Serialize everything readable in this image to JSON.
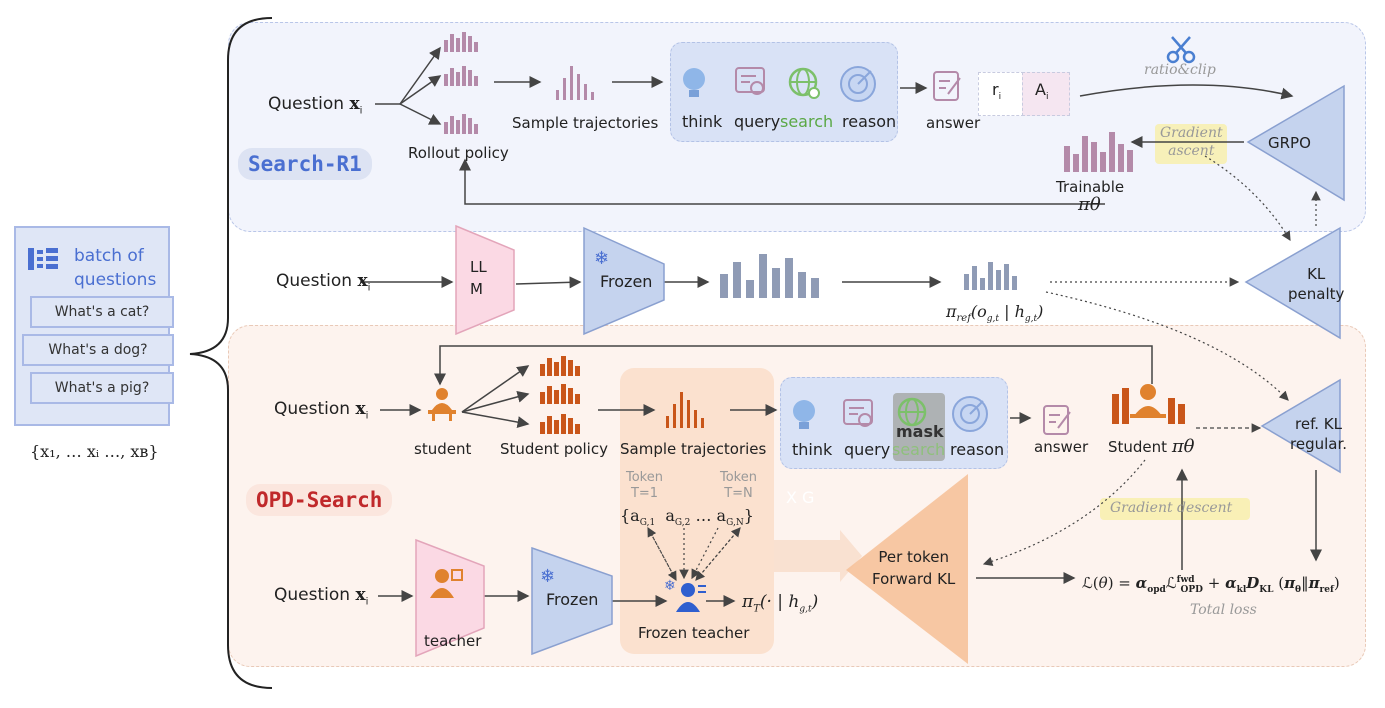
{
  "left": {
    "batch_title": "batch of\nquestions",
    "questions": [
      "What's a cat?",
      "What's a dog?",
      "What's a pig?"
    ],
    "set_label": "{x₁, … xᵢ …, xʙ}"
  },
  "top": {
    "panel_label": "Search-R1",
    "question": "Question",
    "question_var": "x",
    "question_sub": "i",
    "rollout_policy": "Rollout policy",
    "sample_traj": "Sample trajectories",
    "steps": [
      "think",
      "query",
      "search",
      "reason"
    ],
    "answer": "answer",
    "r_label": "r",
    "a_label": "A",
    "ratio_clip": "ratio&clip",
    "grpo": "GRPO",
    "gradient_ascent": "Gradient\nascent",
    "trainable": "Trainable",
    "pi_theta": "πθ"
  },
  "middle": {
    "question": "Question",
    "llm": "LL\nM",
    "frozen": "Frozen",
    "pi_ref": "πref(og,t | hg,t)",
    "kl_penalty": "KL\npenalty"
  },
  "bottom": {
    "panel_label": "OPD-Search",
    "question": "Question",
    "student": "student",
    "student_policy": "Student policy",
    "sample_traj": "Sample trajectories",
    "steps": [
      "think",
      "query",
      "mask",
      "search",
      "reason"
    ],
    "answer": "answer",
    "student_pi": "Student",
    "ref_kl": "ref. KL\nregular.",
    "token_1": "Token\nT=1",
    "token_n": "Token\nT=N",
    "token_seq": "{a G,1  a G,2 … a G,N}",
    "xg": "X G",
    "gradient_descent": "Gradient descent",
    "teacher": "teacher",
    "frozen": "Frozen",
    "frozen_teacher": "Frozen teacher",
    "pi_t": "πT(· | hg,t)",
    "per_token_kl": "Per token\nForward KL",
    "loss": "ℒ(θ) = αopd ℒOPD fwd + αkl DKL (πθ‖πref)",
    "total_loss": "Total loss"
  },
  "colors": {
    "purple_bars": "#b48aa9",
    "gray_bars": "#8f9bb5",
    "orange_bars": "#c9561a",
    "blue_panel": "#f2f4fc",
    "peach_panel": "#fdf3ee",
    "accent_blue": "#4a6fd1",
    "accent_red": "#c0292b"
  }
}
